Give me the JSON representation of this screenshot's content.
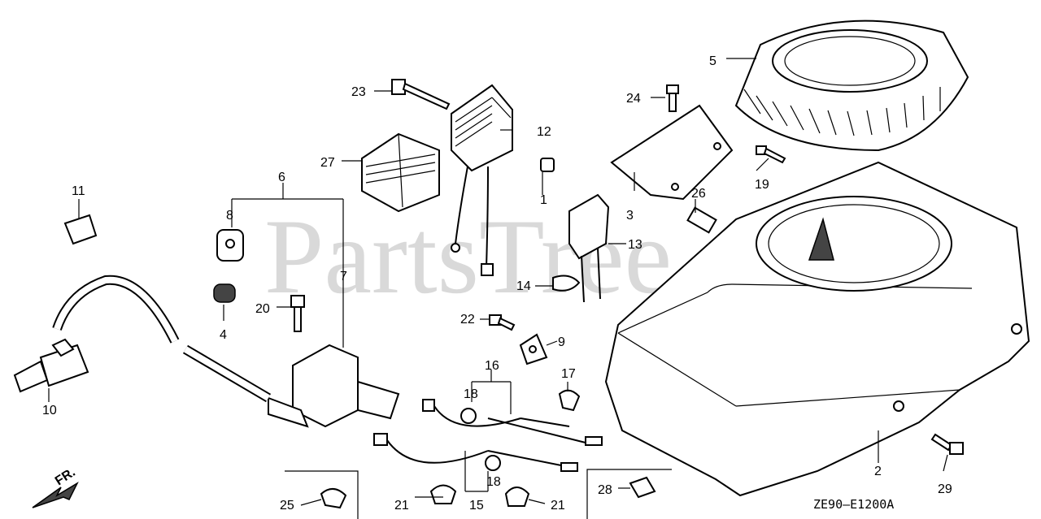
{
  "watermark": "PartsTree",
  "diagram_code": "ZE90–E1200A",
  "direction_label": "FR.",
  "callouts": {
    "c1": "1",
    "c2": "2",
    "c3": "3",
    "c4": "4",
    "c5": "5",
    "c6": "6",
    "c7": "7",
    "c8": "8",
    "c9": "9",
    "c10": "10",
    "c11": "11",
    "c12": "12",
    "c13": "13",
    "c14": "14",
    "c15": "15",
    "c16": "16",
    "c17": "17",
    "c18a": "18",
    "c18b": "18",
    "c19": "19",
    "c20": "20",
    "c21a": "21",
    "c21b": "21",
    "c22": "22",
    "c23": "23",
    "c24": "24",
    "c25": "25",
    "c26": "26",
    "c27": "27",
    "c28": "28",
    "c29": "29"
  }
}
